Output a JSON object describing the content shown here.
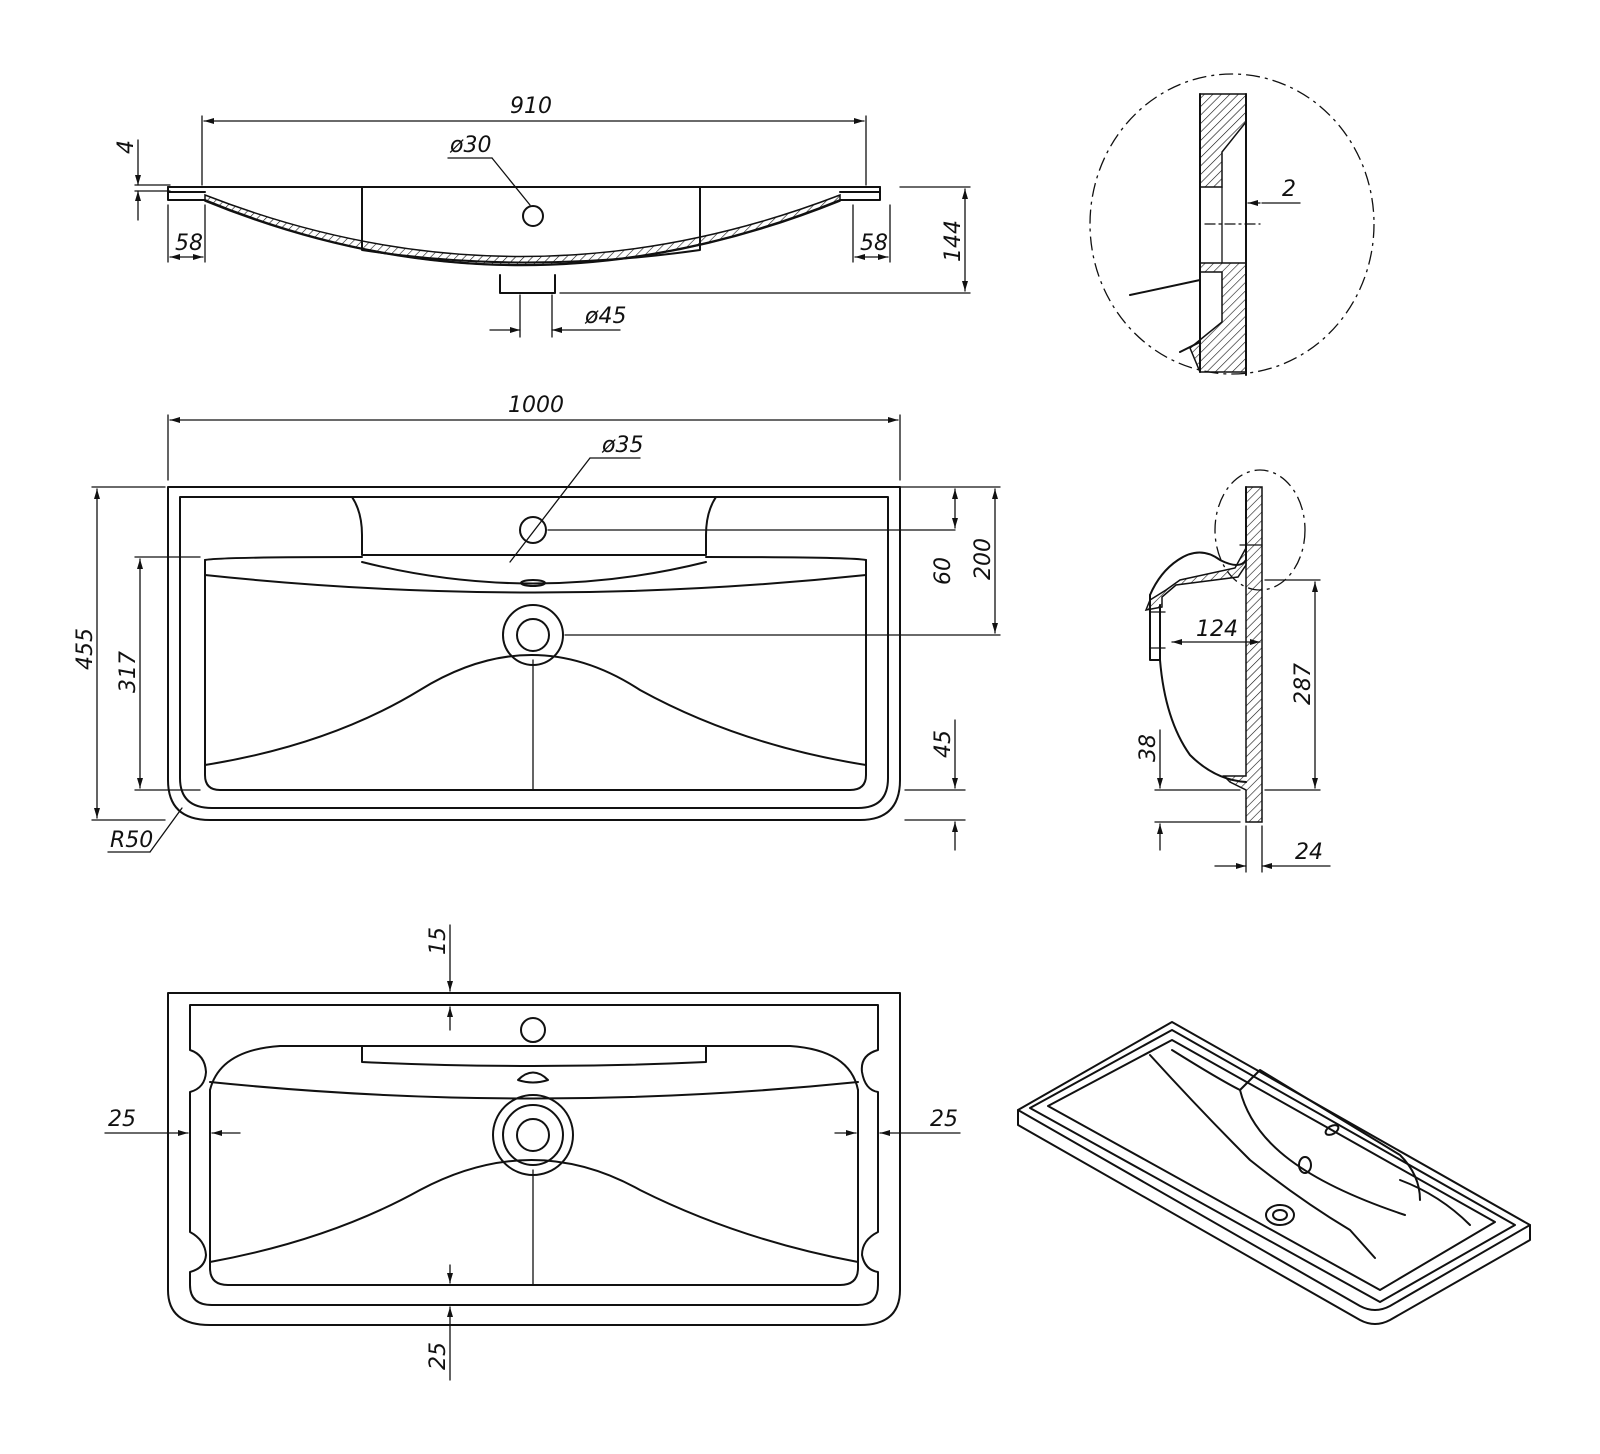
{
  "colors": {
    "line": "#111111",
    "background": "#ffffff"
  },
  "front_view": {
    "overall_width": "910",
    "rim_thickness": "4",
    "tap_hole": "ø30",
    "overhang_left": "58",
    "overhang_right": "58",
    "height": "144",
    "drain_diameter": "ø45"
  },
  "detail_view": {
    "wall_thickness": "2"
  },
  "top_view": {
    "width": "1000",
    "tap_hole": "ø35",
    "depth": "455",
    "bowl_depth": "317",
    "tap_to_back": "60",
    "drain_to_back": "200",
    "front_edge": "45",
    "corner_radius": "R50"
  },
  "side_view": {
    "bowl_offset": "124",
    "bowl_height": "287",
    "lip_height": "38",
    "rim_thickness": "24"
  },
  "bottom_view": {
    "top_margin": "15",
    "left_margin": "25",
    "right_margin": "25",
    "bottom_margin": "25"
  }
}
